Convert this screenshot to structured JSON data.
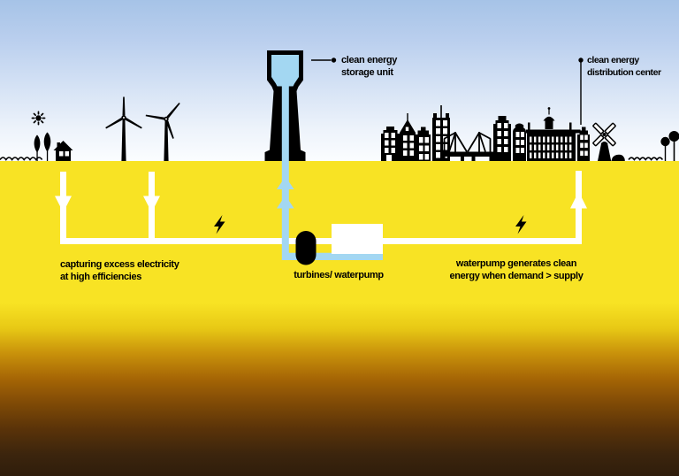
{
  "labels": {
    "storage_unit": {
      "line1": "clean energy",
      "line2": "storage unit"
    },
    "distribution_center": {
      "line1": "clean energy",
      "line2": "distribution center"
    },
    "capturing": {
      "line1": "capturing excess electricity",
      "line2": "at high efficiencies"
    },
    "turbines_waterpump": "turbines/ waterpump",
    "waterpump_generates": {
      "line1": "waterpump generates clean",
      "line2": "energy when demand > supply"
    }
  },
  "icons": {
    "sun": "sun-icon",
    "wind_turbines": "wind-turbine-icon",
    "water_tower": "water-tower-icon",
    "city": "city-skyline",
    "drawbridge": "drawbridge-icon",
    "windmill": "windmill-icon",
    "lightning": "lightning-icon",
    "pump": "pump-icon",
    "reservoir": "reservoir-icon"
  },
  "colors": {
    "sky_top": "#A6C3E7",
    "sky_bottom": "#FBFDFF",
    "ground_yellow": "#F8E324",
    "underground_brown": "#2F1D0C",
    "water_blue": "#A3D7F2",
    "circuit_white": "#FFFFFF",
    "silhouette_black": "#000000"
  }
}
